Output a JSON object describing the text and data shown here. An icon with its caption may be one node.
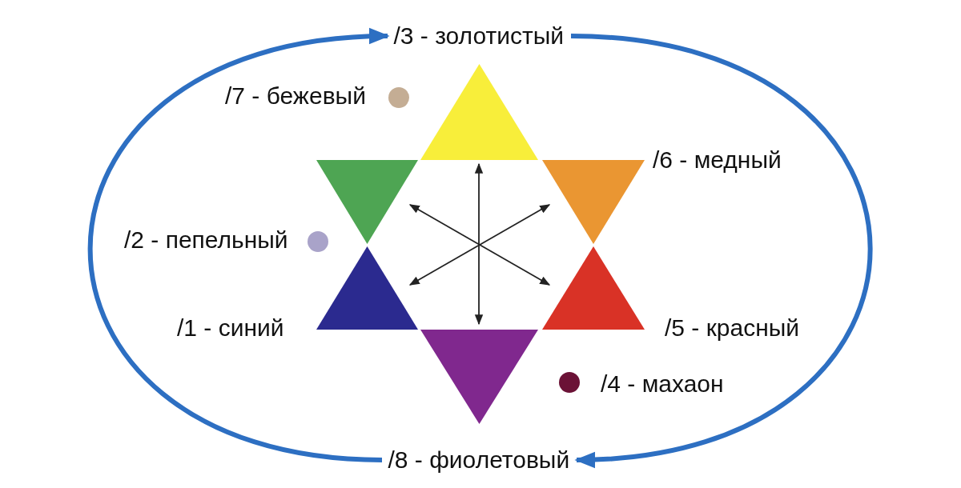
{
  "diagram": {
    "nodes": [
      {
        "text": [
          "/3 - золотистый"
        ]
      },
      {
        "text": [],
        "shape": "triangle"
      },
      {
        "text": [],
        "shape": "triangle"
      },
      {
        "text": [],
        "shape": "triangle"
      },
      {
        "text": [],
        "shape": "triangle"
      },
      {
        "text": [],
        "shape": "triangle"
      },
      {
        "text": [],
        "shape": "triangle"
      },
      {
        "text": [
          "/8 - фиолетовый"
        ]
      }
    ],
    "edges": [
      {
        "from": 7,
        "to": 0,
        "arrow": "to",
        "style": "thick",
        "color": "#2d6fc2"
      },
      {
        "from": 0,
        "to": 7,
        "arrow": "to",
        "style": "thick",
        "color": "#2d6fc2"
      },
      {
        "from": 1,
        "to": 6,
        "arrow": "both"
      },
      {
        "from": 2,
        "to": 5,
        "arrow": "both"
      },
      {
        "from": 3,
        "to": 4,
        "arrow": "both"
      }
    ],
    "labels": [
      "/7 - бежевый",
      "/6 - медный",
      "/2 - пепельный",
      "/1 - синий",
      "/5 - красный",
      "/4 - махаон"
    ]
  }
}
